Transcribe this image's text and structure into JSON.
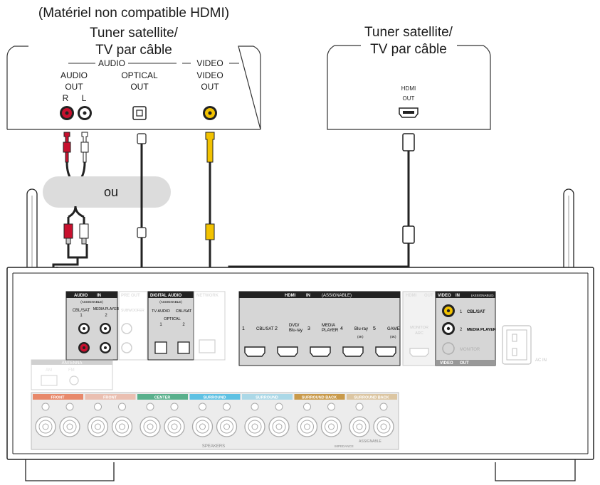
{
  "devices": {
    "left": {
      "note": "(Matériel non compatible HDMI)",
      "title_line1": "Tuner satellite/",
      "title_line2": "TV par câble",
      "audio_group": "AUDIO",
      "video_group": "VIDEO",
      "audio_out_l1": "AUDIO",
      "audio_out_l2": "OUT",
      "r": "R",
      "l": "L",
      "optical_l1": "OPTICAL",
      "optical_l2": "OUT",
      "video_l1": "VIDEO",
      "video_l2": "OUT"
    },
    "right": {
      "title_line1": "Tuner satellite/",
      "title_line2": "TV par câble",
      "hdmi_l1": "HDMI",
      "hdmi_l2": "OUT"
    }
  },
  "or_label": "ou",
  "receiver": {
    "audio_in": "AUDIO",
    "in": "IN",
    "assignable": "(ASSIGNABLE)",
    "cbl_sat": "CBL/SAT",
    "one": "1",
    "media_player": "MEDIA PLAYER",
    "two": "2",
    "pre_out": "PRE OUT",
    "subwoofer": "SUBWOOFER",
    "digital_audio": "DIGITAL AUDIO",
    "tv_audio": "TV AUDIO",
    "optical": "OPTICAL",
    "network": "NETWORK",
    "hdmi": "HDMI",
    "hdmi_inputs": [
      {
        "num": "1",
        "name": "CBL/SAT",
        "sub": ""
      },
      {
        "num": "2",
        "name": "DVD/ Blu-ray",
        "sub": ""
      },
      {
        "num": "3",
        "name": "MEDIA PLAYER",
        "sub": ""
      },
      {
        "num": "4",
        "name": "Blu-ray",
        "sub": "(4K)"
      },
      {
        "num": "5",
        "name": "GAME",
        "sub": "(4K)"
      }
    ],
    "hdmi_out": "HDMI",
    "out": "OUT",
    "monitor": "MONITOR",
    "arc": "ARC",
    "video": "VIDEO",
    "video_in_1": "CBL/SAT",
    "video_in_2": "MEDIA PLAYER",
    "monitor_out": "MONITOR",
    "ac_in": "AC IN",
    "antenna": "ANTENNA",
    "am": "AM",
    "fm": "FM",
    "speakers": "SPEAKERS",
    "speaker_groups": [
      "FRONT",
      "FRONT",
      "CENTER",
      "SURROUND",
      "SURROUND",
      "SURROUND BACK",
      "SURROUND BACK"
    ],
    "assignable_label": "ASSIGNABLE",
    "impedance": "IMPEDANCE"
  },
  "colors": {
    "red_jack": "#c8102e",
    "yellow_jack": "#f2c200",
    "speaker_front": "#e8896b",
    "speaker_center": "#59b08c",
    "speaker_surround": "#5ec1e3",
    "speaker_back": "#c99a4a"
  }
}
